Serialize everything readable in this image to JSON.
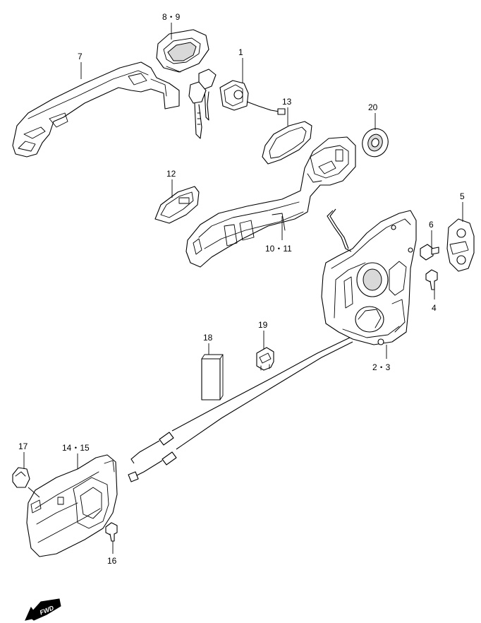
{
  "callouts": {
    "c1": "1",
    "c2_3": "2・3",
    "c4": "4",
    "c5": "5",
    "c6": "6",
    "c7": "7",
    "c8_9": "8・9",
    "c10_11": "10・11",
    "c12": "12",
    "c13": "13",
    "c14_15": "14・15",
    "c16": "16",
    "c17": "17",
    "c18": "18",
    "c19": "19",
    "c20": "20"
  },
  "forward_arrow": {
    "label": "FWD",
    "icon": "forward-arrow-icon"
  }
}
